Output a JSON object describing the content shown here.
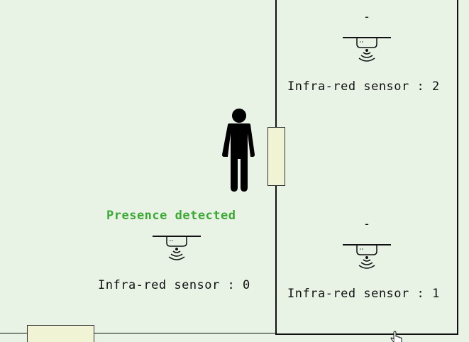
{
  "colors": {
    "background": "#e8f3e6",
    "presence_text": "#3aa832",
    "door_fill": "#f1f3d5"
  },
  "sensors": [
    {
      "label": "Infra-red sensor : 0",
      "status": "Presence detected"
    },
    {
      "label": "Infra-red sensor : 1",
      "status": "-"
    },
    {
      "label": "Infra-red sensor : 2",
      "status": "-"
    }
  ],
  "icons": {
    "sensor": "ceiling-ir-sensor-icon",
    "person": "person-icon",
    "cursor": "hand-pointer-icon"
  }
}
